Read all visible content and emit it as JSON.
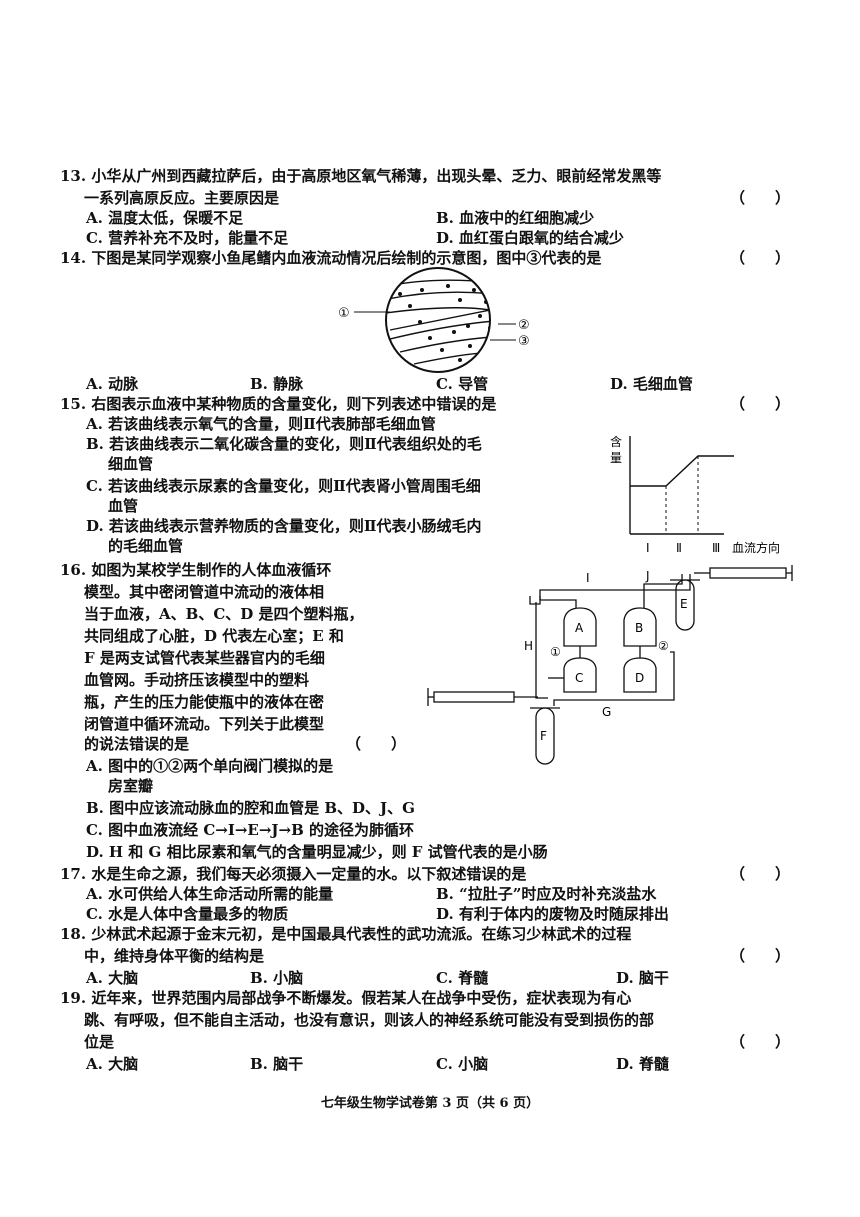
{
  "q13": {
    "stem1": "13. 小华从广州到西藏拉萨后，由于高原地区氧气稀薄，出现头晕、乏力、眼前经常发黑等",
    "stem2": "一系列高原反应。主要原因是",
    "paren": "（　　）",
    "a": "A. 温度太低，保暖不足",
    "b": "B. 血液中的红细胞减少",
    "c": "C. 营养补充不及时，能量不足",
    "d": "D. 血红蛋白跟氧的结合减少"
  },
  "q14": {
    "stem": "14. 下图是某同学观察小鱼尾鳍内血液流动情况后绘制的示意图，图中③代表的是",
    "paren": "（　　）",
    "fig_labels": [
      "①",
      "②",
      "③"
    ],
    "a": "A. 动脉",
    "b": "B. 静脉",
    "c": "C. 导管",
    "d": "D. 毛细血管"
  },
  "q15": {
    "stem": "15. 右图表示血液中某种物质的含量变化，则下列表述中错误的是",
    "paren": "（　　）",
    "a": "A. 若该曲线表示氧气的含量，则Ⅱ代表肺部毛细血管",
    "b1": "B. 若该曲线表示二氧化碳含量的变化，则Ⅱ代表组织处的毛",
    "b2": "细血管",
    "c1": "C. 若该曲线表示尿素的含量变化，则Ⅱ代表肾小管周围毛细",
    "c2": "血管",
    "d1": "D. 若该曲线表示营养物质的含量变化，则Ⅱ代表小肠绒毛内",
    "d2": "的毛细血管",
    "chart": {
      "ylabel1": "含",
      "ylabel2": "量",
      "xticks": [
        "Ⅰ",
        "Ⅱ",
        "Ⅲ"
      ],
      "xlabel": "血流方向"
    }
  },
  "q16": {
    "lines": [
      "16. 如图为某校学生制作的人体血液循环",
      "模型。其中密闭管道中流动的液体相",
      "当于血液，A、B、C、D 是四个塑料瓶，",
      "共同组成了心脏，D 代表左心室；E 和",
      "F 是两支试管代表某些器官内的毛细",
      "血管网。手动挤压该模型中的塑料",
      "瓶，产生的压力能使瓶中的液体在密",
      "闭管道中循环流动。下列关于此模型",
      "的说法错误的是"
    ],
    "paren": "（　　）",
    "a1": "A. 图中的①②两个单向阀门模拟的是",
    "a2": "房室瓣",
    "b": "B. 图中应该流动脉血的腔和血管是 B、D、J、G",
    "c": "C. 图中血液流经 C→I→E→J→B 的途径为肺循环",
    "d": "D. H 和 G 相比尿素和氧气的含量明显减少，则 F 试管代表的是小肠",
    "fig_labels": {
      "a": "A",
      "b": "B",
      "c": "C",
      "d": "D",
      "e": "E",
      "f": "F",
      "g": "G",
      "h": "H",
      "i": "I",
      "j": "J",
      "v1": "①",
      "v2": "②"
    }
  },
  "q17": {
    "stem": "17. 水是生命之源，我们每天必须摄入一定量的水。以下叙述错误的是",
    "paren": "（　　）",
    "a": "A. 水可供给人体生命活动所需的能量",
    "b": "B. “拉肚子”时应及时补充淡盐水",
    "c": "C. 水是人体中含量最多的物质",
    "d": "D. 有利于体内的废物及时随尿排出"
  },
  "q18": {
    "stem1": "18. 少林武术起源于金末元初，是中国最具代表性的武功流派。在练习少林武术的过程",
    "stem2": "中，维持身体平衡的结构是",
    "paren": "（　　）",
    "a": "A. 大脑",
    "b": "B. 小脑",
    "c": "C. 脊髓",
    "d": "D. 脑干"
  },
  "q19": {
    "stem1": "19. 近年来，世界范围内局部战争不断爆发。假若某人在战争中受伤，症状表现为有心",
    "stem2": "跳、有呼吸，但不能自主活动，也没有意识，则该人的神经系统可能没有受到损伤的部",
    "stem3": "位是",
    "paren": "（　　）",
    "a": "A. 大脑",
    "b": "B. 脑干",
    "c": "C. 小脑",
    "d": "D. 脊髓"
  },
  "footer": "七年级生物学试卷第 3 页（共 6 页）"
}
